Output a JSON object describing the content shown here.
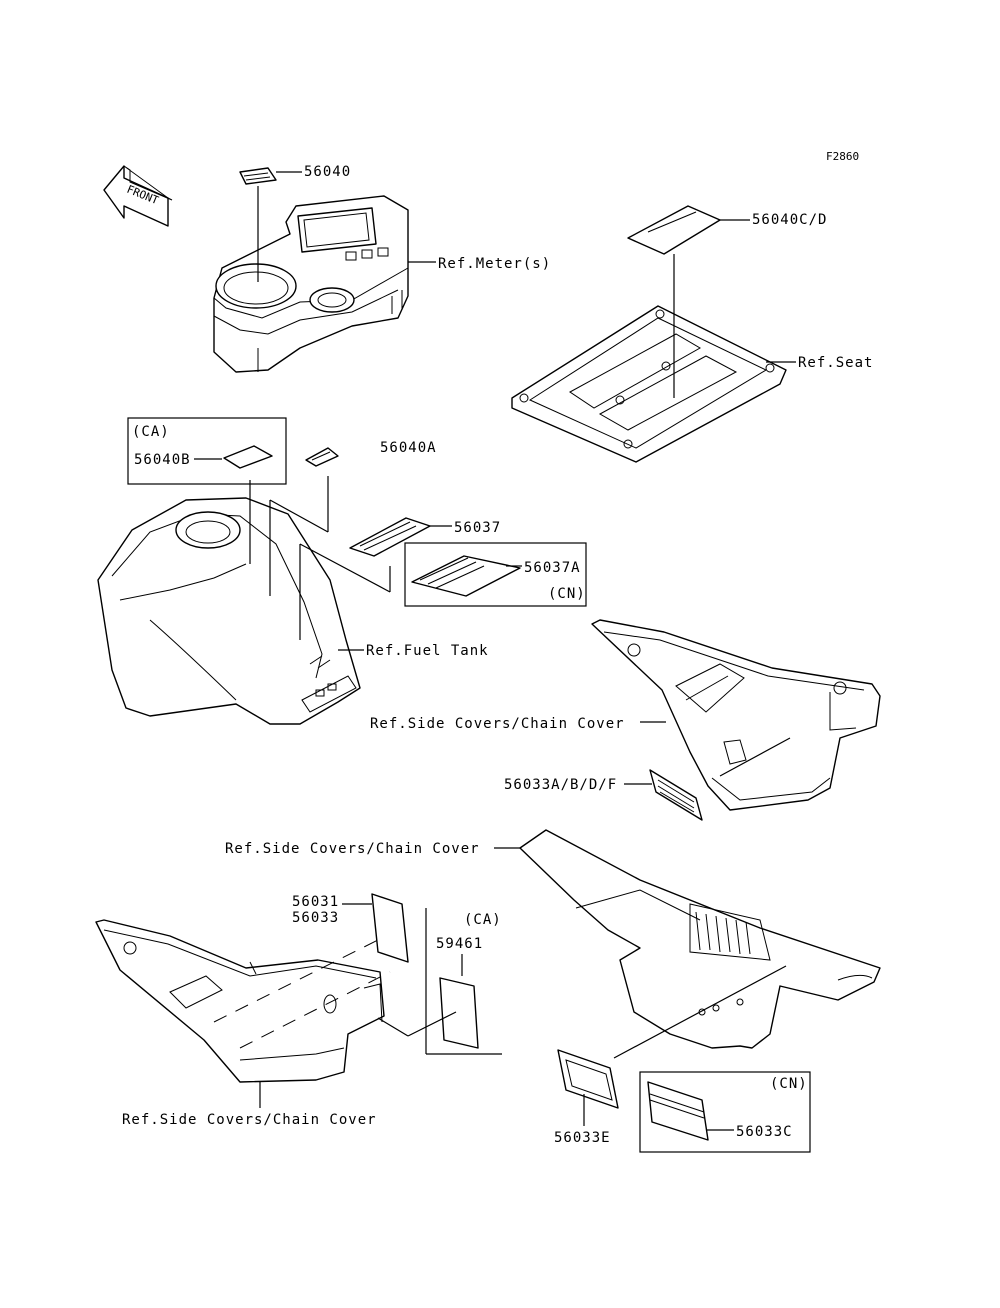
{
  "figure_code": "F2860",
  "front_label": "FRONT",
  "labels": {
    "p56040": "56040",
    "ref_meter": "Ref.Meter(s)",
    "p56040cd": "56040C/D",
    "ref_seat": "Ref.Seat",
    "ca_top": "(CA)",
    "p56040b": "56040B",
    "p56040a": "56040A",
    "p56037": "56037",
    "p56037a": "56037A",
    "cn_top": "(CN)",
    "ref_fuel_tank": "Ref.Fuel Tank",
    "ref_side_covers_1": "Ref.Side Covers/Chain Cover",
    "p56033abdf": "56033A/B/D/F",
    "ref_side_covers_2": "Ref.Side Covers/Chain Cover",
    "p56031": "56031",
    "p56033": "56033",
    "ca_bottom": "(CA)",
    "p59461": "59461",
    "ref_side_covers_3": "Ref.Side Covers/Chain Cover",
    "p56033e": "56033E",
    "cn_bottom": "(CN)",
    "p56033c": "56033C"
  }
}
